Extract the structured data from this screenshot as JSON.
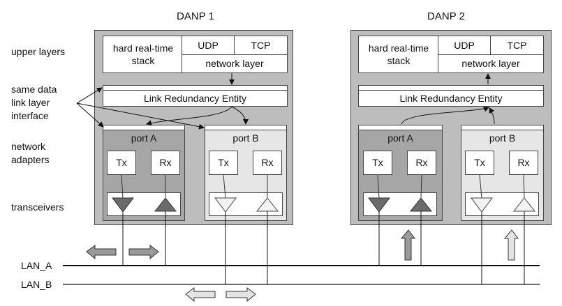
{
  "danp1": {
    "title": "DANP 1",
    "stack_label": [
      "hard real-time",
      "stack"
    ],
    "udp": "UDP",
    "tcp": "TCP",
    "network_layer": "network layer",
    "lre": "Link Redundancy Entity",
    "port_a": "port A",
    "port_b": "port B",
    "tx": "Tx",
    "rx": "Rx"
  },
  "danp2": {
    "title": "DANP 2",
    "stack_label": [
      "hard real-time",
      "stack"
    ],
    "udp": "UDP",
    "tcp": "TCP",
    "network_layer": "network layer",
    "lre": "Link Redundancy Entity",
    "port_a": "port A",
    "port_b": "port B",
    "tx": "Tx",
    "rx": "Rx"
  },
  "row_labels": {
    "upper_layers": "upper layers",
    "same_data_link": [
      "same data",
      "link layer",
      "interface"
    ],
    "network_adapters": [
      "network",
      "adapters"
    ],
    "transceivers": "transceivers"
  },
  "lans": {
    "lan_a": "LAN_A",
    "lan_b": "LAN_B"
  },
  "colors": {
    "node_bg": "#bdbdbd",
    "port_a_bg": "#a6a6a6",
    "port_b_bg": "#e6e6e6",
    "triangle_dark": "#6b6b6b",
    "triangle_light": "#f2f2f2",
    "arrow_dark": "#9a9a9a",
    "arrow_light": "#e4e4e4"
  }
}
